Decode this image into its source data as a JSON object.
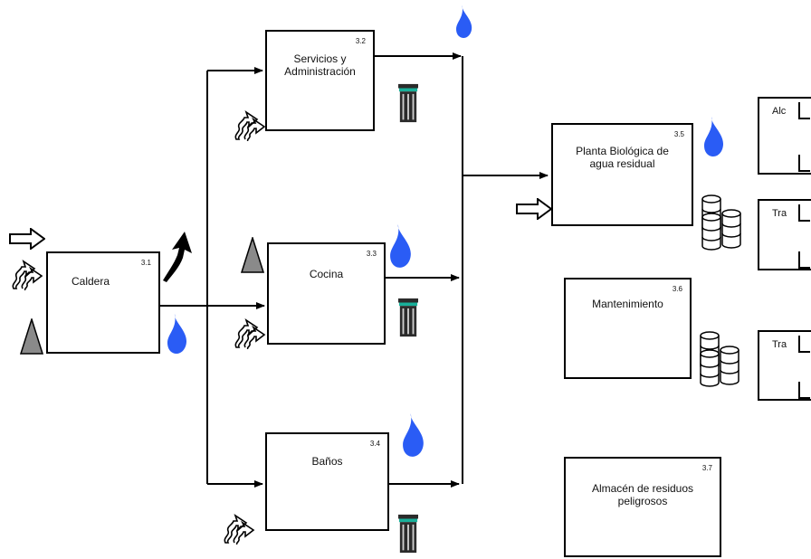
{
  "nodes": {
    "caldera": {
      "num": "3.1",
      "label": "Caldera"
    },
    "servicios": {
      "num": "3.2",
      "label": "Servicios y\nAdministración"
    },
    "cocina": {
      "num": "3.3",
      "label": "Cocina"
    },
    "banos": {
      "num": "3.4",
      "label": "Baños"
    },
    "planta": {
      "num": "3.5",
      "label": "Planta Biológica de\nagua residual"
    },
    "mantenimiento": {
      "num": "3.6",
      "label": "Mantenimiento"
    },
    "almacen": {
      "num": "3.7",
      "label": "Almacén de residuos\npeligrosos"
    }
  },
  "right_boxes": [
    {
      "label": "Alc"
    },
    {
      "label": "Tra"
    },
    {
      "label": "Tra"
    }
  ],
  "colors": {
    "water": "#2a5cf5",
    "triangle": "#8a8a8a",
    "line": "#000000"
  },
  "icons": [
    "water-drop-icon",
    "trash-can-icon",
    "input-arrow-icon",
    "steam-icon",
    "triangle-icon",
    "barrels-icon",
    "emission-arrow-icon"
  ]
}
